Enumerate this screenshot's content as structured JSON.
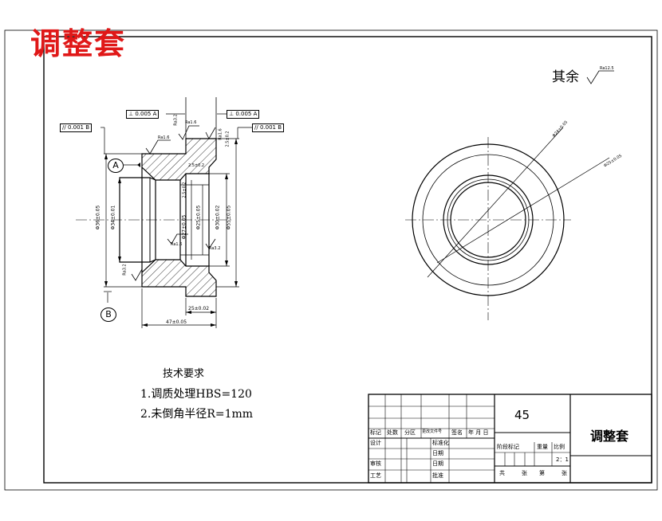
{
  "document": {
    "big_title": "调整套",
    "surface_note": {
      "label": "其余",
      "ra": "Ra12.5"
    }
  },
  "drawing": {
    "gdt": [
      {
        "symbol": "⊥",
        "tol": "0.005",
        "ref": "A"
      },
      {
        "symbol": "⊥",
        "tol": "0.005",
        "ref": "A"
      },
      {
        "symbol": "//",
        "tol": "0.001",
        "ref": "B"
      },
      {
        "symbol": "//",
        "tol": "0.001",
        "ref": "B"
      }
    ],
    "datums": [
      "A",
      "B"
    ],
    "roughness": [
      "Ra1.6",
      "Ra3.2",
      "Ra1.6",
      "Ra1.6",
      "Ra1.6",
      "Ra3.2",
      "Ra3.2"
    ],
    "dims": {
      "d1": "Φ36±0.05",
      "d2": "Φ34±0.01",
      "d3": "Φ27±0.05",
      "d4": "Φ25±0.05",
      "d5": "Φ30±0.02",
      "d6": "Φ55±0.05",
      "len_total": "47±0.05",
      "len_part": "25±0.02",
      "c1": "2.5±0.2",
      "c2": "2.5±0.2",
      "c3": "2.5±0.2",
      "r1": "Φ24±0.05",
      "r2": "Φ25±0.05"
    }
  },
  "tech_req": {
    "heading": "技术要求",
    "items": [
      "1.调质处理HBS=120",
      "2.未倒角半径R=1mm"
    ]
  },
  "title_block": {
    "material": "45",
    "name": "调整套",
    "row_labels": [
      "标记",
      "处数",
      "分区",
      "更改文件号",
      "签名",
      "年 月 日"
    ],
    "design": "设计",
    "std": "标准化",
    "review": "审核",
    "process": "工艺",
    "phase": "阶段标记",
    "weight": "重量",
    "ratio_label": "比例",
    "ratio": "2：1",
    "approve": "批准",
    "date1": "日期",
    "date2": "日期",
    "sheet": [
      "共",
      "张",
      "第",
      "张"
    ]
  }
}
